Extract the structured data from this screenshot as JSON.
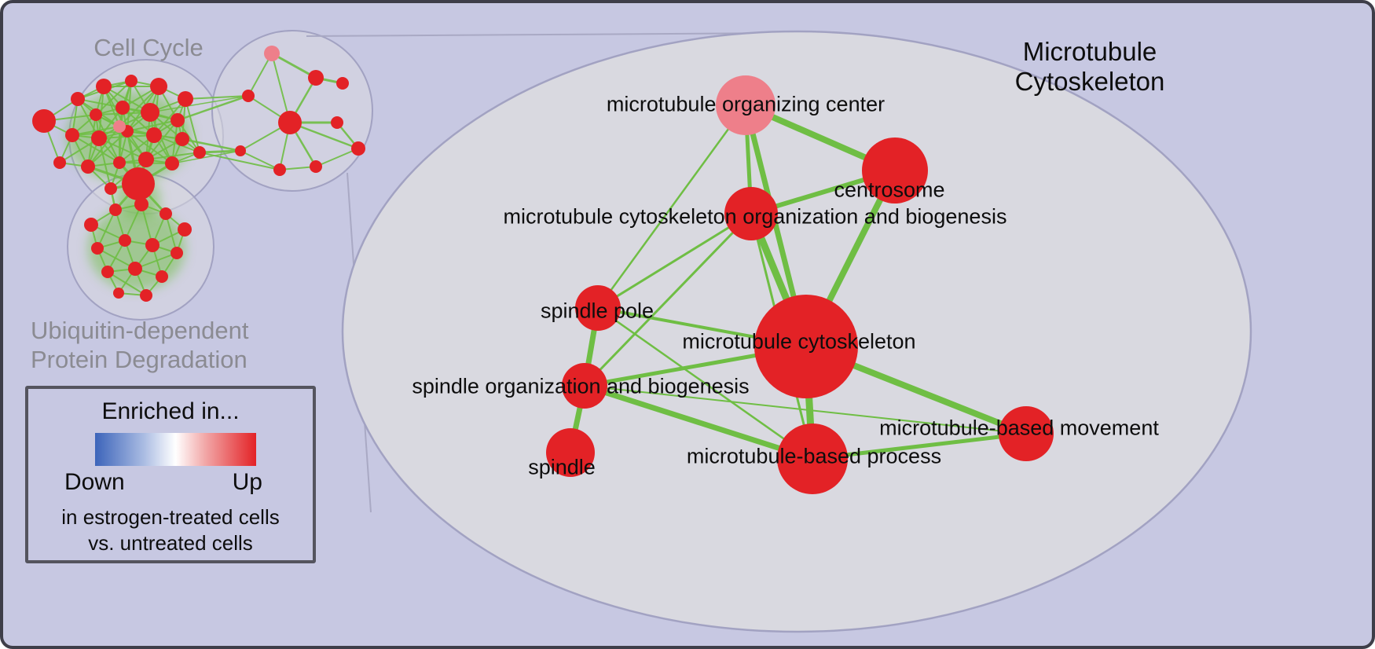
{
  "figure": {
    "title_line1": "Microtubule",
    "title_line2": "Cytoskeleton"
  },
  "overview": {
    "cell_cycle_label": "Cell Cycle",
    "ubiquitin_label_line1": "Ubiquitin-dependent",
    "ubiquitin_label_line2": "Protein Degradation"
  },
  "magnified": {
    "nodes": [
      {
        "id": "microtubule-organizing-center",
        "label": "microtubule organizing center",
        "color": "#ee7f8a",
        "radius": 38
      },
      {
        "id": "centrosome",
        "label": "centrosome",
        "color": "#e32226",
        "radius": 42
      },
      {
        "id": "microtubule-cytoskeleton-organization-and-biogenesis",
        "label": "microtubule cytoskeleton organization and biogenesis",
        "color": "#e32226",
        "radius": 34
      },
      {
        "id": "spindle-pole",
        "label": "spindle pole",
        "color": "#e32226",
        "radius": 29
      },
      {
        "id": "microtubule-cytoskeleton",
        "label": "microtubule cytoskeleton",
        "color": "#e32226",
        "radius": 66
      },
      {
        "id": "spindle-organization-and-biogenesis",
        "label": "spindle organization and biogenesis",
        "color": "#e32226",
        "radius": 29
      },
      {
        "id": "microtubule-based-movement",
        "label": "microtubule-based movement",
        "color": "#e32226",
        "radius": 35
      },
      {
        "id": "microtubule-based-process",
        "label": "microtubule-based process",
        "color": "#e32226",
        "radius": 45
      },
      {
        "id": "spindle",
        "label": "spindle",
        "color": "#e32226",
        "radius": 31
      }
    ],
    "edges": [
      {
        "source": "microtubule-organizing-center",
        "target": "centrosome",
        "width": 8
      },
      {
        "source": "microtubule-organizing-center",
        "target": "microtubule-cytoskeleton-organization-and-biogenesis",
        "width": 5
      },
      {
        "source": "microtubule-organizing-center",
        "target": "microtubule-cytoskeleton",
        "width": 7
      },
      {
        "source": "microtubule-organizing-center",
        "target": "spindle-pole",
        "width": 2.5
      },
      {
        "source": "centrosome",
        "target": "microtubule-cytoskeleton",
        "width": 8
      },
      {
        "source": "centrosome",
        "target": "microtubule-cytoskeleton-organization-and-biogenesis",
        "width": 6
      },
      {
        "source": "microtubule-cytoskeleton-organization-and-biogenesis",
        "target": "microtubule-cytoskeleton",
        "width": 9
      },
      {
        "source": "microtubule-cytoskeleton-organization-and-biogenesis",
        "target": "spindle-pole",
        "width": 3
      },
      {
        "source": "microtubule-cytoskeleton-organization-and-biogenesis",
        "target": "spindle-organization-and-biogenesis",
        "width": 3
      },
      {
        "source": "microtubule-cytoskeleton-organization-and-biogenesis",
        "target": "microtubule-based-process",
        "width": 3
      },
      {
        "source": "spindle-pole",
        "target": "spindle-organization-and-biogenesis",
        "width": 7
      },
      {
        "source": "spindle-pole",
        "target": "microtubule-cytoskeleton",
        "width": 4
      },
      {
        "source": "spindle-pole",
        "target": "microtubule-based-process",
        "width": 2.5
      },
      {
        "source": "spindle-pole",
        "target": "spindle",
        "width": 4
      },
      {
        "source": "spindle-organization-and-biogenesis",
        "target": "microtubule-cytoskeleton",
        "width": 5
      },
      {
        "source": "spindle-organization-and-biogenesis",
        "target": "microtubule-based-process",
        "width": 7
      },
      {
        "source": "spindle-organization-and-biogenesis",
        "target": "spindle",
        "width": 7
      },
      {
        "source": "spindle-organization-and-biogenesis",
        "target": "microtubule-based-movement",
        "width": 2
      },
      {
        "source": "microtubule-cytoskeleton",
        "target": "microtubule-based-movement",
        "width": 8
      },
      {
        "source": "microtubule-cytoskeleton",
        "target": "microtubule-based-process",
        "width": 9
      },
      {
        "source": "microtubule-based-process",
        "target": "microtubule-based-movement",
        "width": 5
      }
    ]
  },
  "legend": {
    "title": "Enriched in...",
    "down_label": "Down",
    "up_label": "Up",
    "caption_line1": "in estrogen-treated cells",
    "caption_line2": "vs. untreated cells",
    "gradient_left": "#3c64ba",
    "gradient_mid": "#ffffff",
    "gradient_right": "#e32226"
  },
  "colors": {
    "background": "#c7c8e2",
    "node_red": "#e32226",
    "node_pink": "#ee7f8a",
    "edge_green": "#6fbe44",
    "cluster_fill": "#d9d9e0",
    "cluster_stroke": "#a2a2c2"
  }
}
